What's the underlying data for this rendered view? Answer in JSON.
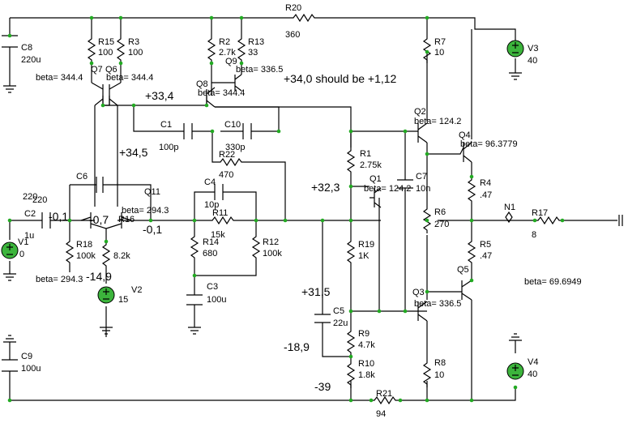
{
  "components": {
    "R20": {
      "ref": "R20",
      "value": "360"
    },
    "R15": {
      "ref": "R15",
      "value": "100"
    },
    "R3": {
      "ref": "R3",
      "value": "100"
    },
    "R2": {
      "ref": "R2",
      "value": "2.7k"
    },
    "R13": {
      "ref": "R13",
      "value": "33"
    },
    "R7": {
      "ref": "R7",
      "value": "10"
    },
    "R1": {
      "ref": "R1",
      "value": "2.75k"
    },
    "R4": {
      "ref": "R4",
      "value": ".47"
    },
    "R5": {
      "ref": "R5",
      "value": ".47"
    },
    "R6": {
      "ref": "R6",
      "value": "270"
    },
    "R17": {
      "ref": "R17",
      "value": "8"
    },
    "R19": {
      "ref": "R19",
      "value": "1K"
    },
    "R9": {
      "ref": "R9",
      "value": "4.7k"
    },
    "R10": {
      "ref": "R10",
      "value": "1.8k"
    },
    "R8": {
      "ref": "R8",
      "value": "10"
    },
    "R21": {
      "ref": "R21",
      "value": "94"
    },
    "R22": {
      "ref": "R22",
      "value": "470"
    },
    "R11": {
      "ref": "R11",
      "value": "15k"
    },
    "R14": {
      "ref": "R14",
      "value": "680"
    },
    "R12": {
      "ref": "R12",
      "value": "100k"
    },
    "R18": {
      "ref": "R18",
      "value": "100k"
    },
    "R16": {
      "ref": "R16",
      "value": "8.2k"
    },
    "C8": {
      "ref": "C8",
      "value": "220u"
    },
    "C1": {
      "ref": "C1",
      "value": "100p"
    },
    "C10": {
      "ref": "C10",
      "value": "330p"
    },
    "C4": {
      "ref": "C4",
      "value": "10p"
    },
    "C6": {
      "ref": "C6",
      "value": "220"
    },
    "C2": {
      "ref": "C2",
      "value": "1u"
    },
    "C3": {
      "ref": "C3",
      "value": "100u"
    },
    "C7": {
      "ref": "C7",
      "value": "10n"
    },
    "C5": {
      "ref": "C5",
      "value": "22u"
    },
    "C9": {
      "ref": "C9",
      "value": "100u"
    },
    "V1": {
      "ref": "V1",
      "value": "0"
    },
    "V2": {
      "ref": "V2",
      "value": "15"
    },
    "V3": {
      "ref": "V3",
      "value": "40"
    },
    "V4": {
      "ref": "V4",
      "value": "40"
    }
  },
  "transistors": {
    "Q7": {
      "ref": "Q7",
      "beta": "beta= 344.4"
    },
    "Q6": {
      "ref": "Q6",
      "beta": "beta= 344.4"
    },
    "Q8": {
      "ref": "Q8",
      "beta": "beta= 344.4"
    },
    "Q9": {
      "ref": "Q9",
      "beta": "beta= 336.5"
    },
    "Q2": {
      "ref": "Q2",
      "beta": "beta= 124.2"
    },
    "Q4": {
      "ref": "Q4",
      "beta": "beta= 96.3779"
    },
    "Q1": {
      "ref": "Q1",
      "beta": "beta= 124.2"
    },
    "Q11": {
      "ref": "Q11",
      "beta": "beta= 294.3"
    },
    "Q10": {
      "ref": "",
      "beta": "beta= 294.3"
    },
    "Q3": {
      "ref": "Q3",
      "beta": "beta= 336.5"
    },
    "Q5": {
      "ref": "Q5",
      "beta": "beta= 69.6949"
    }
  },
  "node_labels": {
    "n1": "N1",
    "note": "+34,0 should be +1,12",
    "v_334": "+33,4",
    "v_345": "+34,5",
    "v_323": "+32,3",
    "v_01a": "-0,1",
    "v_07": "-0,7",
    "v_01b": "-0,1",
    "v_149": "-14,9",
    "v_315": "+31,5",
    "v_189": "-18,9",
    "v_39": "-39",
    "v_220": "220"
  }
}
